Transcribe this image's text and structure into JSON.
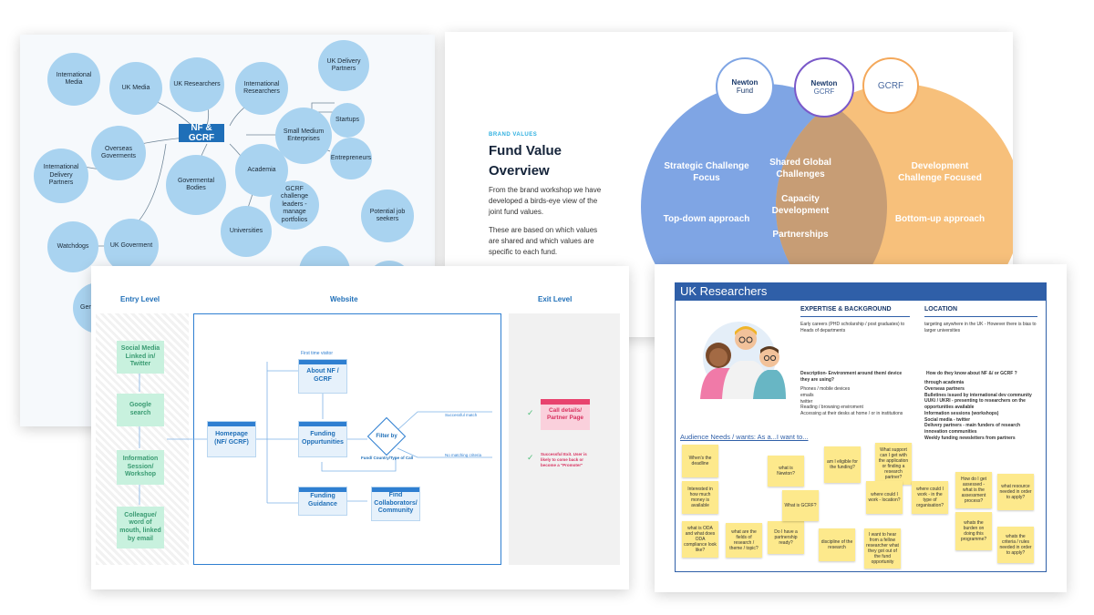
{
  "stakeholder_map": {
    "center": "NF &\nGCRF",
    "nodes": [
      "International Media",
      "UK Media",
      "UK Researchers",
      "International Researchers",
      "UK Delivery Partners",
      "Startups",
      "Small Medium Enterprises",
      "Entrepreneurs",
      "Overseas Goverments",
      "International Delivery Partners",
      "Govermental Bodies",
      "Academia",
      "GCRF challenge leaders - manage portfolios",
      "Universities",
      "Potential job seekers",
      "Watchdogs",
      "UK Goverment",
      "Gen"
    ]
  },
  "fund_values": {
    "eyebrow": "BRAND VALUES",
    "title": "Fund Value Overview",
    "para1": "From the brand workshop we have developed a birds-eye view of the joint fund values.",
    "para2": "These are based on which values are shared and which values are specific to each fund.",
    "logos": {
      "newton_top": "Newton",
      "newton_bottom": "Fund",
      "gcrf": "GCRF"
    },
    "left_1": "Strategic Challenge Focus",
    "left_2": "Top-down approach",
    "mid_1": "Shared Global Challenges",
    "mid_2": "Capacity Development",
    "mid_3": "Partnerships",
    "right_1": "Development Challenge Focused",
    "right_2": "Bottom-up approach",
    "colors": {
      "left": "#7fa5e4",
      "middle": "#c79d75",
      "right": "#f7c07b"
    }
  },
  "journey": {
    "col_entry": "Entry Level",
    "col_website": "Website",
    "col_exit": "Exit Level",
    "entry": [
      "Social Media Linked in/ Twitter",
      "Google search",
      "Information Session/ Workshop",
      "Colleague/ word of mouth, linked by email"
    ],
    "first_time": "First time visitor",
    "about": "About NF / GCRF",
    "homepage": "Homepage (NF/ GCRF)",
    "funding": "Funding Oppurtunities",
    "filter": "Filter by",
    "filter_note": "Fund/ Country/Type of Call",
    "guidance": "Funding Guidance",
    "collab": "Find Collaborators/ Community",
    "success_label": "Successful match",
    "nomatch_label": "No matching criteria",
    "call_details": "Call details/ Partner Page",
    "exit_note": "Successful Exit. User is likely to come back or become a \"Promoter\""
  },
  "persona": {
    "title": "UK Researchers",
    "h_expertise": "EXPERTISE & BACKGROUND",
    "expertise": "Early careers (PHD scholarship / post graduates) to Heads of departments",
    "h_location": "LOCATION",
    "location": "targeting anywhere in the UK - However there is bias to larger universities",
    "h_env": "Description- Environment around them/ device they are using?",
    "env": "Phones / mobile devices\nemails\ntwitter\nReading / browsing enviroment\nAccessing at their desks at home / or in institutions",
    "h_know": "How do they know about NF &/ or GCRF ?",
    "know": "through academia\nOverseas partners\nBulletines issued by international dev community\nUUKi / UKRI - presenting to researchers on the opportunities available\nInformation sessions (workshops)\nSocial media - twitter\nDelivery partners - main funders of research innovation communities\nWeekly funding newsletters from partners",
    "needs_title": "Audience Needs / wants: As a...I want to...",
    "stickies": [
      "When's the deadline",
      "Interested in how much money is available",
      "what is ODA and what does ODA compliance look like?",
      "what are the fields of research / theme / topic?",
      "Do I have a partnership ready?",
      "what is Newton?",
      "What is GCRF?",
      "am I eligible for the funding?",
      "discipline of the research",
      "What support can I get with the application or finding a research partner?",
      "where could I work - location?",
      "I want to hear from a fellow researcher what they got out of the fund opportunity",
      "where could I work - in the type of organisation?",
      "How do I get assessed - what is the assessment process?",
      "what resource needed in order to apply?",
      "whats the burden on doing this programme?",
      "whats the criteria / rules needed in order to apply?"
    ]
  }
}
